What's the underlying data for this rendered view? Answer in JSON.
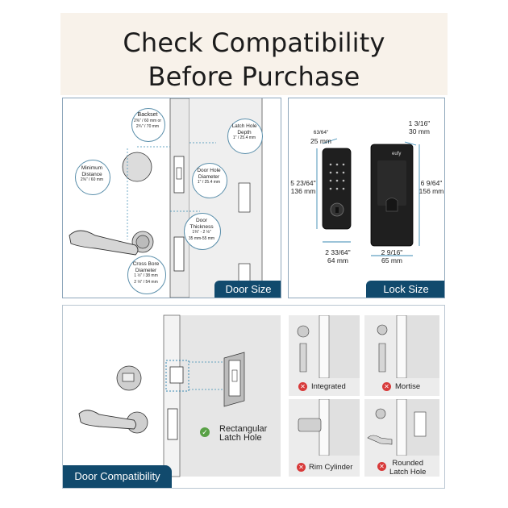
{
  "title": {
    "line1": "Check Compatibility",
    "line2": "Before Purchase"
  },
  "door_size": {
    "tag": "Door Size",
    "backset": {
      "name": "Backset",
      "v1": "2⅜\" / 60 mm or",
      "v2": "2¾\" / 70 mm"
    },
    "minimum_distance": {
      "name1": "Minimum",
      "name2": "Distance",
      "value": "2⅜\" / 60 mm"
    },
    "latch_hole_depth": {
      "name1": "Latch Hole",
      "name2": "Depth",
      "value": "1\" / 25.4 mm"
    },
    "door_hole_diameter": {
      "name1": "Door Hole",
      "name2": "Diameter",
      "value": "1\" / 25.4 mm"
    },
    "door_thickness": {
      "name1": "Door",
      "name2": "Thickness",
      "v1": "1⅜\" - 2 ⅛\"",
      "v2": "35 mm-55 mm"
    },
    "cross_bore_diameter": {
      "name1": "Cross Bore",
      "name2": "Diameter",
      "v1": "1 ½\" / 38 mm",
      "v2": "2 ⅛\" / 54 mm"
    }
  },
  "lock_size": {
    "tag": "Lock Size",
    "top_left": {
      "frac": "63/64\"",
      "mm": "25 mm"
    },
    "left_height": {
      "frac": "5 23/64\"",
      "mm": "136 mm"
    },
    "bottom_left": {
      "frac": "2 33/64\"",
      "mm": "64 mm"
    },
    "top_right": {
      "frac": "1 3/16\"",
      "mm": "30 mm"
    },
    "right_height": {
      "frac": "6 9/64\"",
      "mm": "156 mm"
    },
    "bottom_right": {
      "frac": "2 9/16\"",
      "mm": "65 mm"
    },
    "logo": "eufy"
  },
  "door_compat": {
    "tag": "Door Compatibility",
    "supported": {
      "line1": "Rectangular",
      "line2": "Latch Hole"
    },
    "unsupported": [
      {
        "label": "Integrated"
      },
      {
        "label": "Mortise"
      },
      {
        "label": "Rim Cylinder"
      },
      {
        "label1": "Rounded",
        "label2": "Latch Hole"
      }
    ]
  },
  "colors": {
    "accent": "#114a6d",
    "ok": "#59a146",
    "bad": "#d83a3a",
    "title_bg": "#f8f2ea"
  }
}
